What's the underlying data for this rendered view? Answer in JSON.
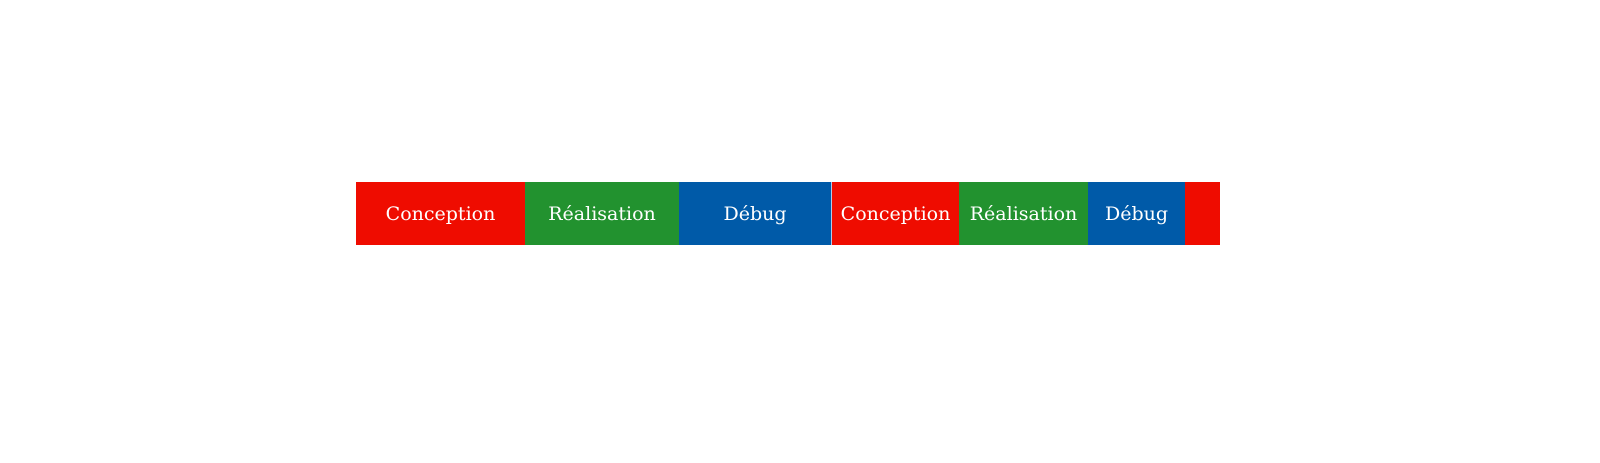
{
  "colors": {
    "conception": "#ef0c00",
    "realisation": "#22922f",
    "debug": "#005aa8"
  },
  "segments": [
    {
      "label": "Conception",
      "phase": "conception"
    },
    {
      "label": "Réalisation",
      "phase": "realisation"
    },
    {
      "label": "Débug",
      "phase": "debug"
    },
    {
      "label": "Conception",
      "phase": "conception"
    },
    {
      "label": "Réalisation",
      "phase": "realisation"
    },
    {
      "label": "Débug",
      "phase": "debug"
    },
    {
      "label": "",
      "phase": "conception"
    }
  ]
}
